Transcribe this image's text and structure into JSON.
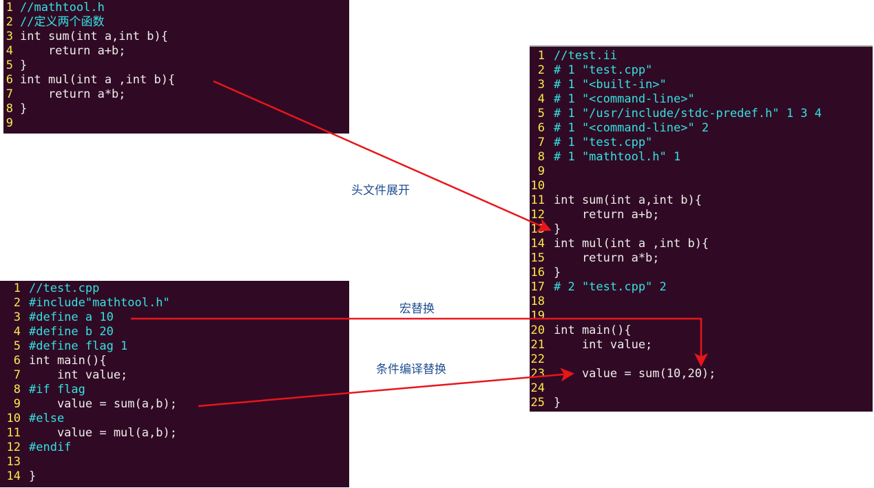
{
  "header_file": {
    "lines": [
      {
        "n": "1",
        "text": "//mathtool.h"
      },
      {
        "n": "2",
        "text": "//定义两个函数"
      },
      {
        "n": "3",
        "text": "int sum(int a,int b){"
      },
      {
        "n": "4",
        "text": "    return a+b;"
      },
      {
        "n": "5",
        "text": "}"
      },
      {
        "n": "6",
        "text": "int mul(int a ,int b){"
      },
      {
        "n": "7",
        "text": "    return a*b;"
      },
      {
        "n": "8",
        "text": "}"
      },
      {
        "n": "9",
        "text": ""
      }
    ]
  },
  "preprocessed_file": {
    "lines": [
      {
        "n": "1",
        "text": "//test.ii"
      },
      {
        "n": "2",
        "text": "# 1 \"test.cpp\""
      },
      {
        "n": "3",
        "text": "# 1 \"<built-in>\""
      },
      {
        "n": "4",
        "text": "# 1 \"<command-line>\""
      },
      {
        "n": "5",
        "text": "# 1 \"/usr/include/stdc-predef.h\" 1 3 4"
      },
      {
        "n": "6",
        "text": "# 1 \"<command-line>\" 2"
      },
      {
        "n": "7",
        "text": "# 1 \"test.cpp\""
      },
      {
        "n": "8",
        "text": "# 1 \"mathtool.h\" 1"
      },
      {
        "n": "9",
        "text": ""
      },
      {
        "n": "10",
        "text": ""
      },
      {
        "n": "11",
        "text": "int sum(int a,int b){"
      },
      {
        "n": "12",
        "text": "    return a+b;"
      },
      {
        "n": "13",
        "text": "}"
      },
      {
        "n": "14",
        "text": "int mul(int a ,int b){"
      },
      {
        "n": "15",
        "text": "    return a*b;"
      },
      {
        "n": "16",
        "text": "}"
      },
      {
        "n": "17",
        "text": "# 2 \"test.cpp\" 2"
      },
      {
        "n": "18",
        "text": ""
      },
      {
        "n": "19",
        "text": ""
      },
      {
        "n": "20",
        "text": "int main(){"
      },
      {
        "n": "21",
        "text": "    int value;"
      },
      {
        "n": "22",
        "text": ""
      },
      {
        "n": "23",
        "text": "    value = sum(10,20);"
      },
      {
        "n": "24",
        "text": ""
      },
      {
        "n": "25",
        "text": "}"
      }
    ]
  },
  "source_file": {
    "lines": [
      {
        "n": "1",
        "text": "//test.cpp"
      },
      {
        "n": "2",
        "text": "#include\"mathtool.h\""
      },
      {
        "n": "3",
        "text": "#define a 10"
      },
      {
        "n": "4",
        "text": "#define b 20"
      },
      {
        "n": "5",
        "text": "#define flag 1"
      },
      {
        "n": "6",
        "text": "int main(){"
      },
      {
        "n": "7",
        "text": "    int value;"
      },
      {
        "n": "8",
        "text": "#if flag"
      },
      {
        "n": "9",
        "text": "    value = sum(a,b);"
      },
      {
        "n": "10",
        "text": "#else"
      },
      {
        "n": "11",
        "text": "    value = mul(a,b);"
      },
      {
        "n": "12",
        "text": "#endif"
      },
      {
        "n": "13",
        "text": ""
      },
      {
        "n": "14",
        "text": "}"
      }
    ]
  },
  "labels": {
    "header_expand": "头文件展开",
    "macro_replace": "宏替换",
    "conditional_compile": "条件编译替换"
  },
  "colors": {
    "terminal_bg": "#300a24",
    "line_number": "#fce94f",
    "comment": "#34e2e2",
    "arrow": "#e8161b",
    "label": "#1f4e8f"
  }
}
